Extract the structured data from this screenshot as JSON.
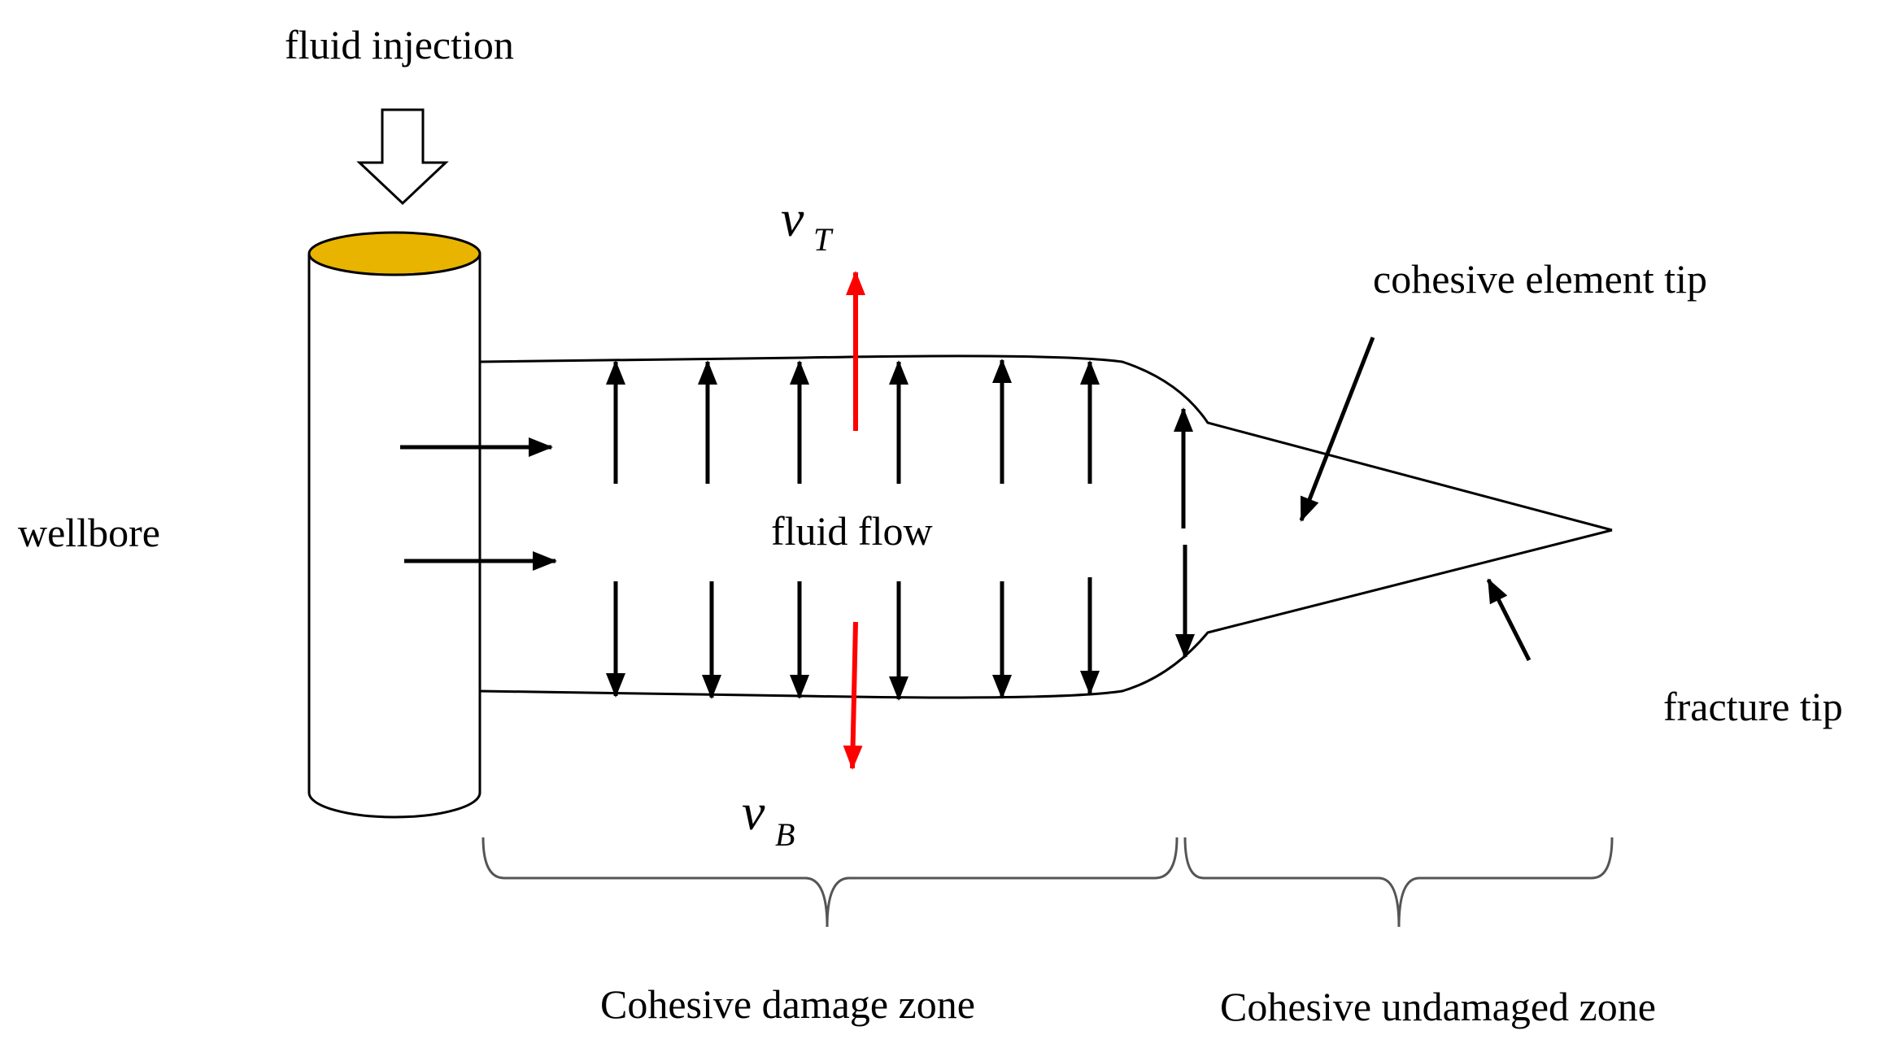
{
  "labels": {
    "fluid_injection": "fluid injection",
    "wellbore": "wellbore",
    "fluid_flow": "fluid flow",
    "cohesive_element_tip": "cohesive element tip",
    "fracture_tip": "fracture tip",
    "damage_zone": "Cohesive damage zone",
    "undamaged_zone": "Cohesive undamaged zone"
  },
  "velocity_top": {
    "symbol": "v",
    "subscript": "T"
  },
  "velocity_bottom": {
    "symbol": "v",
    "subscript": "B"
  },
  "colors": {
    "wellbore_cap": "#E8B400",
    "velocity_arrow": "#FF0000",
    "line": "#000000",
    "bracket": "#555555"
  }
}
